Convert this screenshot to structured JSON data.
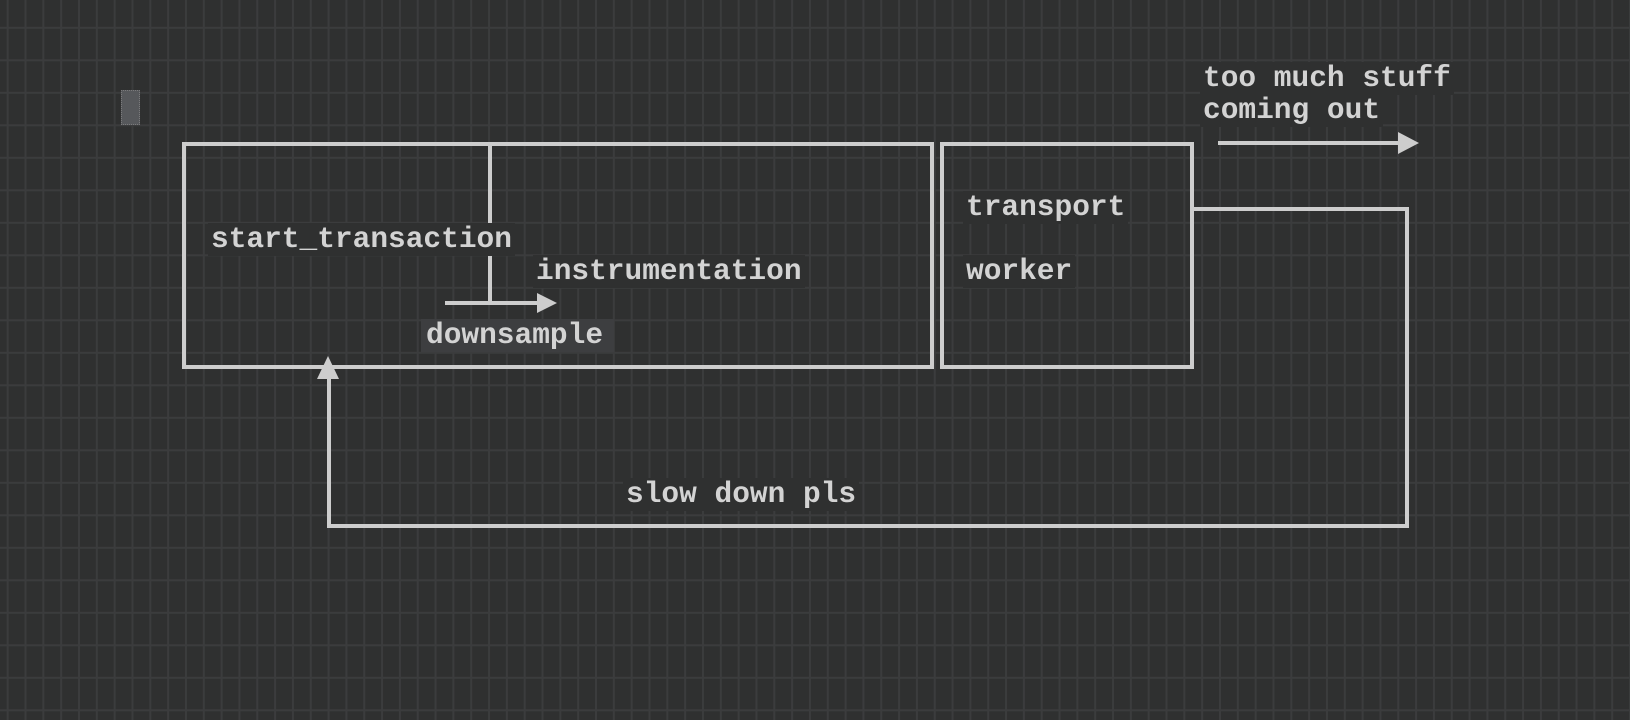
{
  "app": {
    "type": "diagram-canvas-editor",
    "palette": {
      "background": "#2f3030",
      "grid_line": "#3b3c3d",
      "stroke": "#cdcdcd",
      "text": "#d3d3d3",
      "highlight_bg": "#3d3e40",
      "cursor_fill": "#56585b"
    }
  },
  "diagram": {
    "nodes": {
      "start_transaction": {
        "label": "start_transaction"
      },
      "instrumentation": {
        "label": "instrumentation"
      },
      "downsample": {
        "label": "downsample"
      },
      "transport": {
        "label": "transport"
      },
      "worker": {
        "label": "worker"
      }
    },
    "annotations": {
      "output_note": {
        "line1": "too much stuff",
        "line2": "coming out"
      },
      "feedback": {
        "label": "slow down pls"
      }
    }
  }
}
